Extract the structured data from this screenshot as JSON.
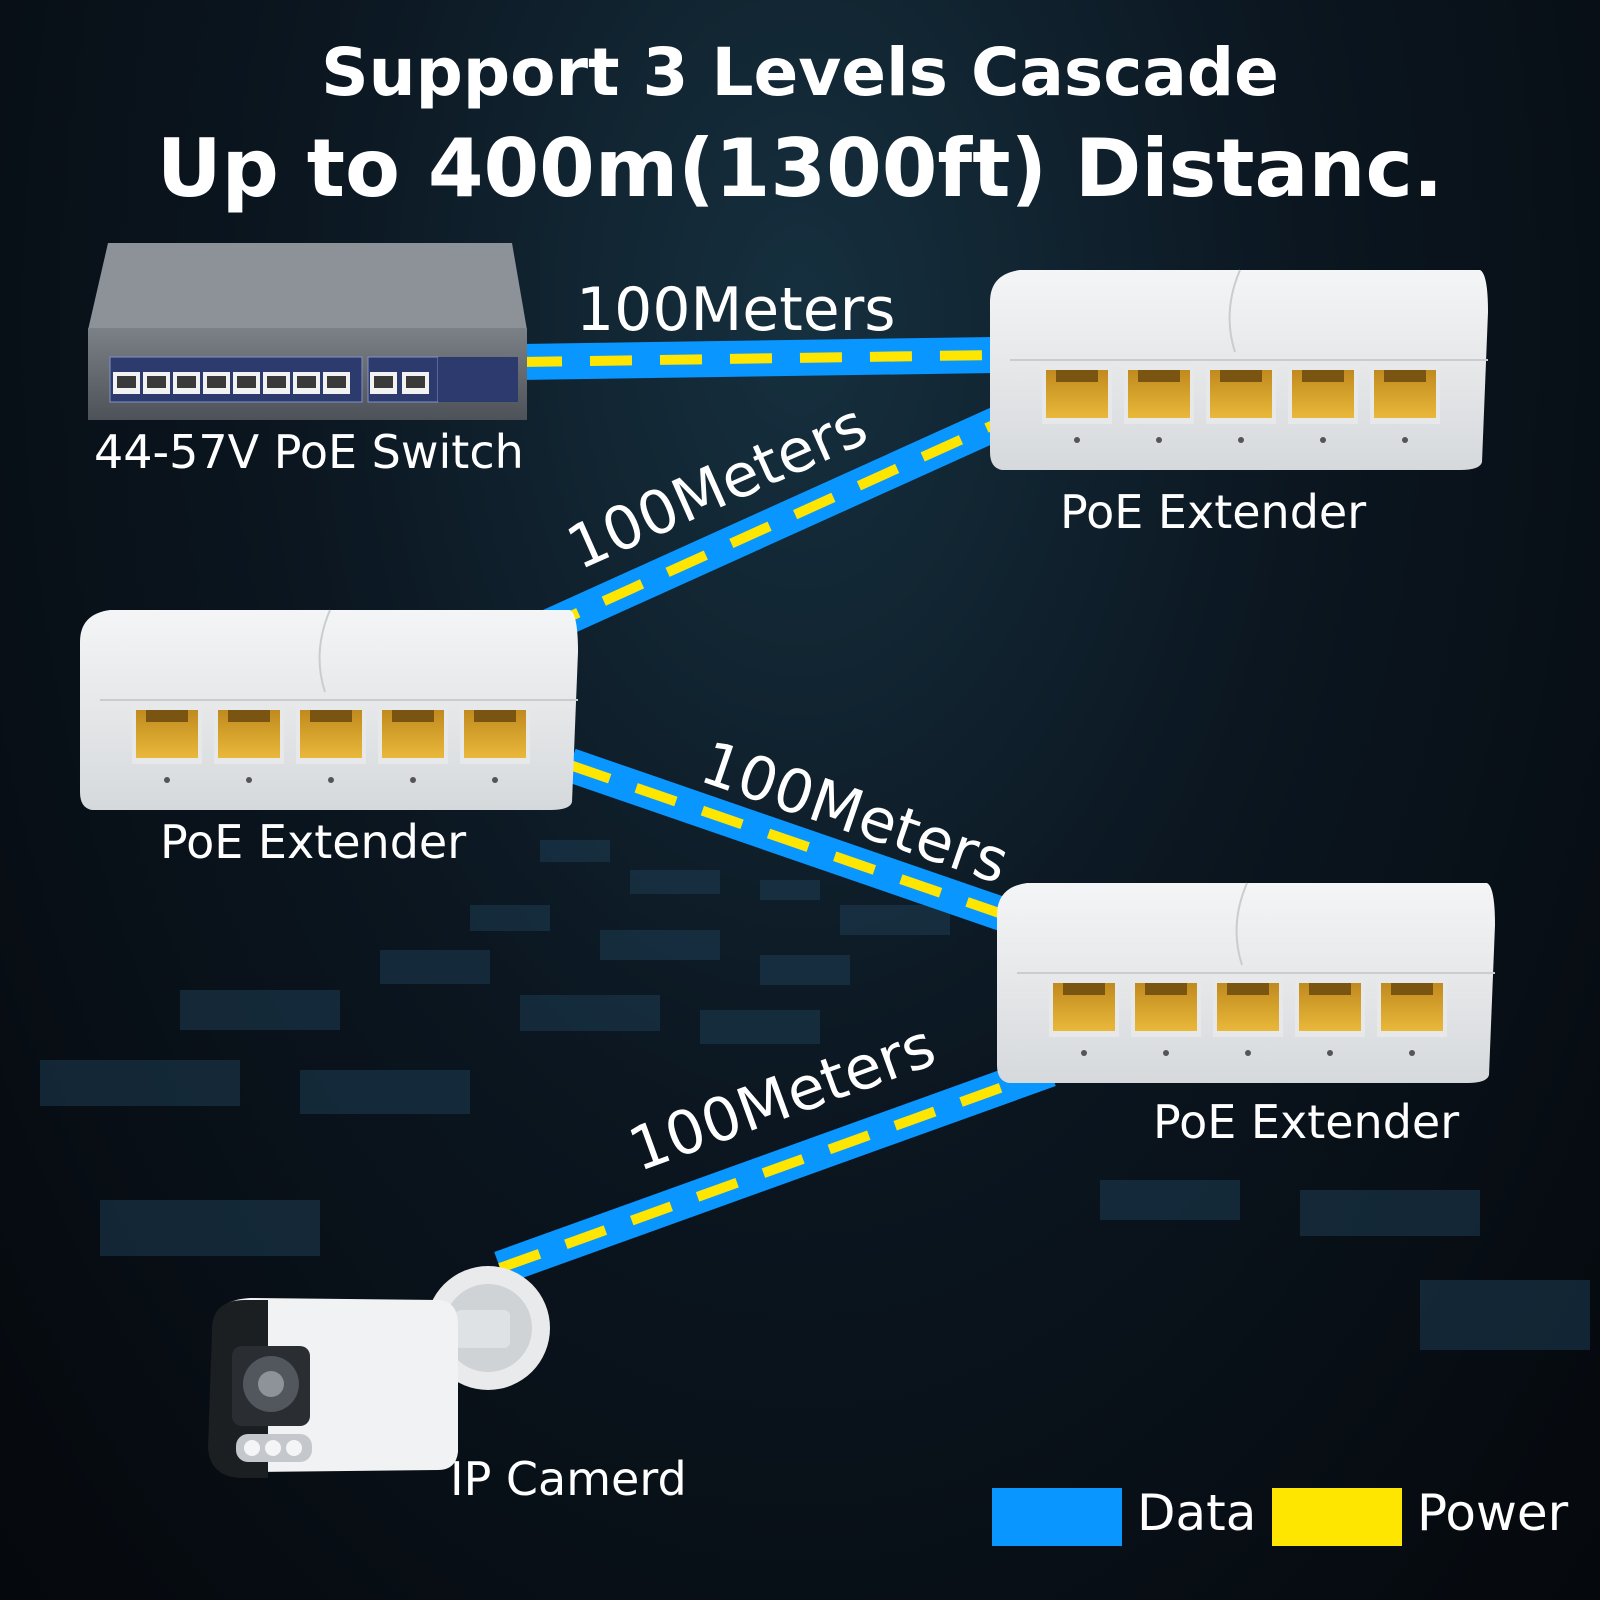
{
  "title": {
    "line1": "Support 3 Levels Cascade",
    "line2": "Up to 400m(1300ft) Distanc."
  },
  "devices": {
    "switch": "44-57V PoE Switch",
    "extender_1": "PoE Extender",
    "extender_2": "PoE Extender",
    "extender_3": "PoE Extender",
    "camera": "IP Camerd"
  },
  "cables": [
    "100Meters",
    "100Meters",
    "100Meters",
    "100Meters"
  ],
  "legend": {
    "data": {
      "label": "Data",
      "color": "#0a96ff"
    },
    "power": {
      "label": "Power",
      "color": "#ffe600"
    }
  }
}
